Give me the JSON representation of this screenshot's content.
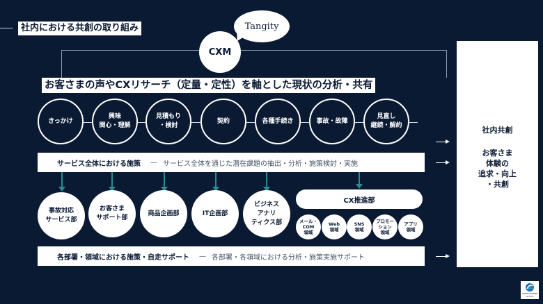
{
  "header": {
    "title": "社内における共創の取り組み"
  },
  "cxm": {
    "label": "CXM",
    "bubble": "Tangity"
  },
  "headline": "お客さまの声やCXリサーチ（定量・定性）を軸とした現状の分析・共有",
  "stages": [
    "きっかけ",
    "興味\n関心・理解",
    "見積もり\n・検討",
    "契約",
    "各種手続き",
    "事故・故障",
    "見直し\n継続・解約"
  ],
  "service_band": {
    "title": "サービス全体における施策",
    "separator": "—",
    "desc": "サービス全体を通じた潜在課題の抽出・分析・施策検討・実施"
  },
  "departments": [
    "事故対応\nサービス部",
    "お客さま\nサポート部",
    "商品企画部",
    "IT企画部",
    "ビジネス\nアナリ\nティクス部"
  ],
  "cx_dept": {
    "label": "CX推進部",
    "fields": [
      "メール・\nCOM\n領域",
      "Web\n領域",
      "SNS\n領域",
      "プロモー\nション\n領域",
      "アプリ\n領域"
    ]
  },
  "dept_band": {
    "title": "各部署・領域における施策・自走サポート",
    "separator": "—",
    "desc": "各部署・各領域における分析・施策実施サポート"
  },
  "right_panel": {
    "title": "社内共創",
    "body": "お客さま\n体験の\n追求・向上\n・共創"
  },
  "logo": {
    "text": "TOKIO MARINE\nnichido",
    "icon": "company-logo-icon"
  },
  "colors": {
    "background": "#0b1a33",
    "accent": "#2a8a92",
    "panel": "#ffffff"
  }
}
